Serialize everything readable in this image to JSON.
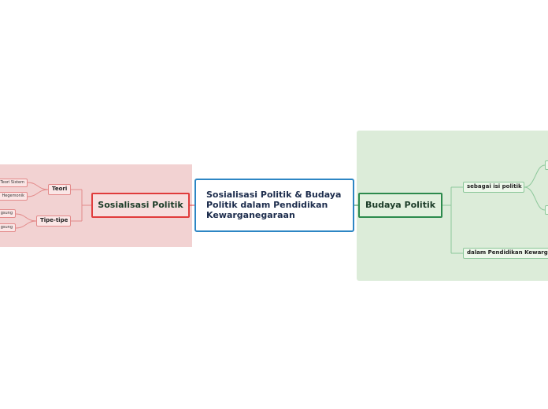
{
  "central": {
    "title": "Sosialisasi Politik & Budaya Politik dalam Pendidikan Kewarganegaraan"
  },
  "left_branch": {
    "title": "Sosialisasi Politik",
    "teori": {
      "label": "Teori",
      "children": [
        "Teori Sistem",
        "Hegemonik"
      ]
    },
    "tipe": {
      "label": "Tipe-tipe",
      "children": [
        "gsung",
        "gsung"
      ]
    }
  },
  "right_branch": {
    "title": "Budaya Politik",
    "children": [
      "sebagai isi politik",
      "dalam Pendidikan Kewarga"
    ]
  },
  "colors": {
    "central_border": "#2d86c4",
    "left_accent": "#e03c3c",
    "right_accent": "#2c8a4c",
    "left_region": "#f2d2d2",
    "right_region": "#dcecd9"
  }
}
